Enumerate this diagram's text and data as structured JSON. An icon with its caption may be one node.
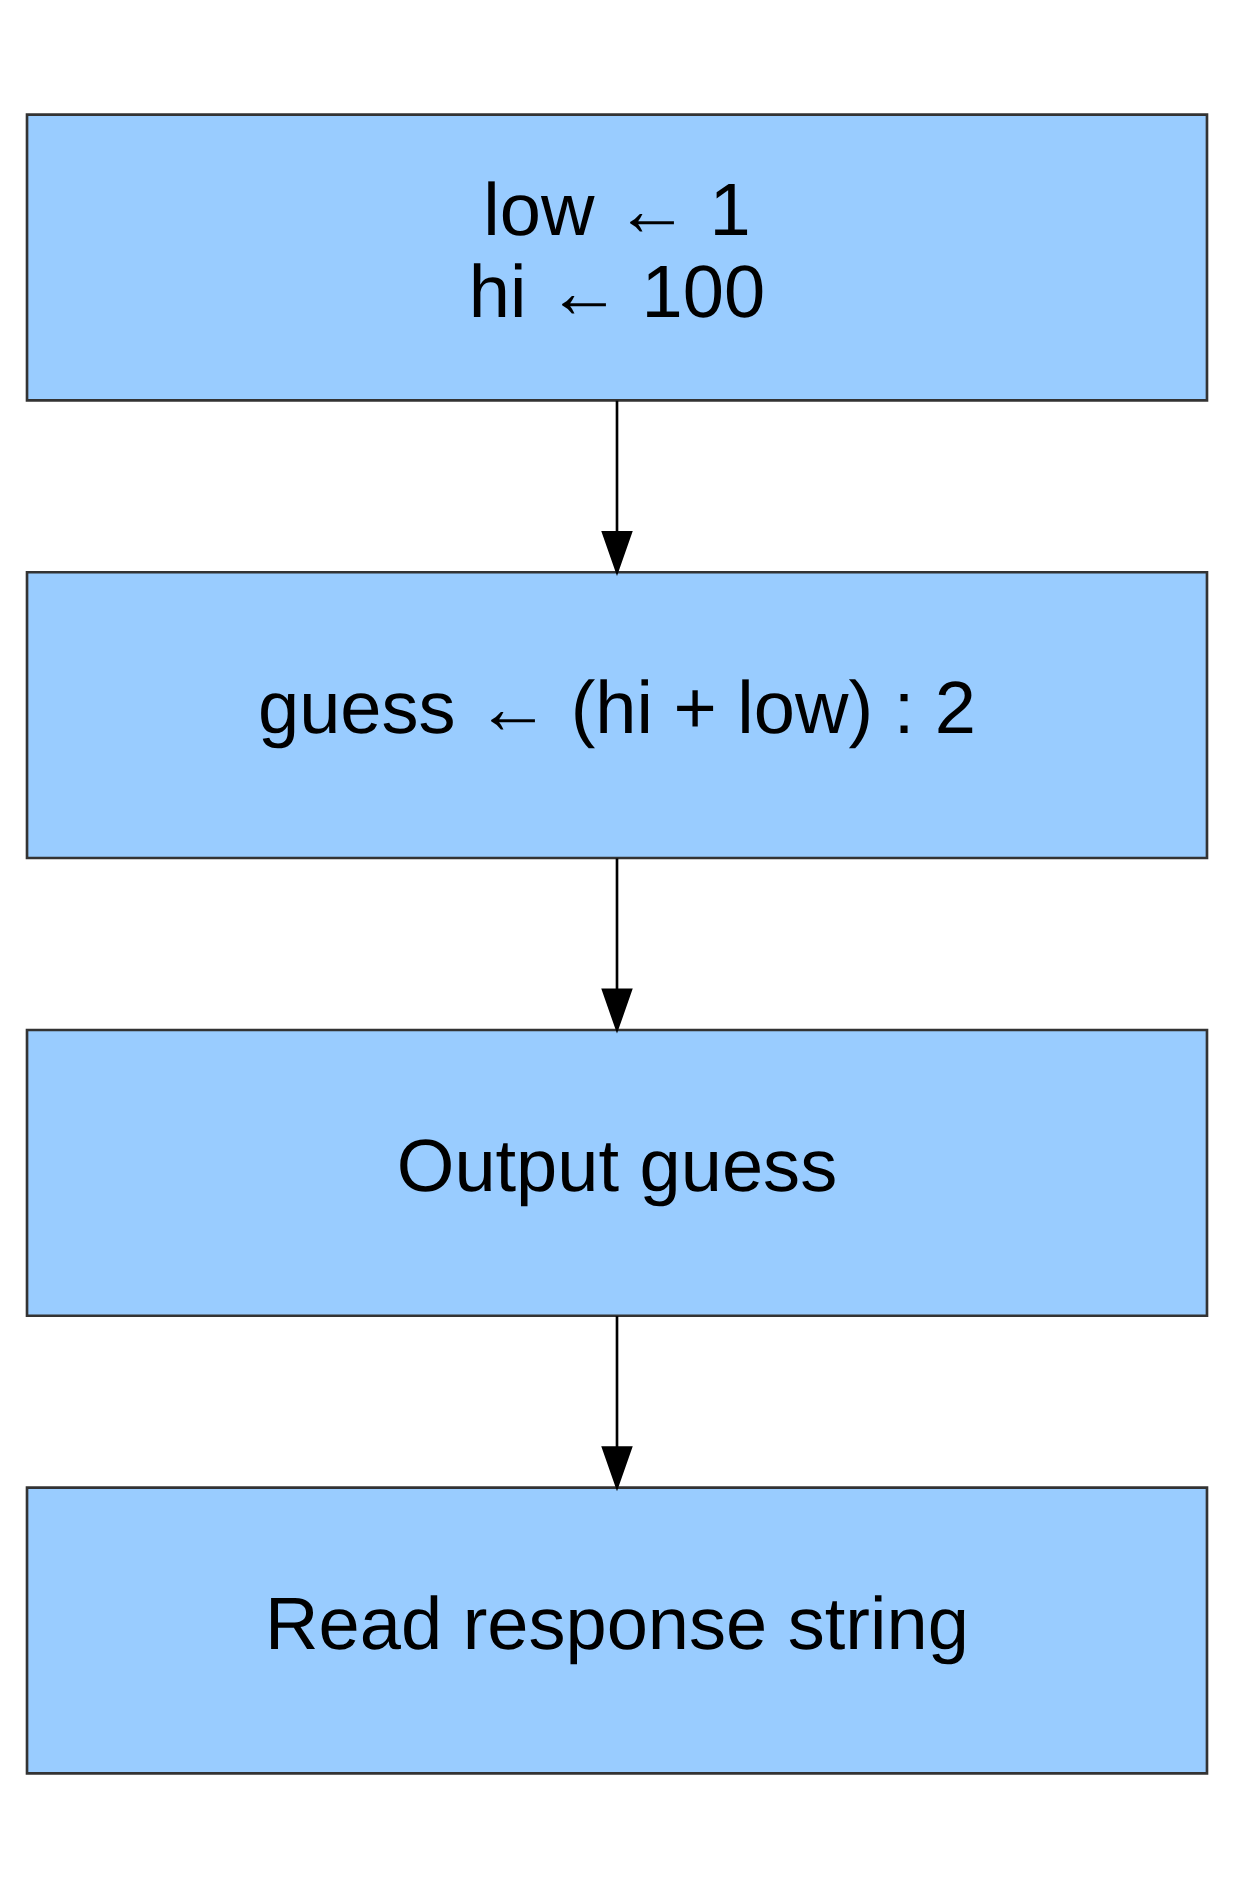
{
  "diagram": {
    "nodes": [
      {
        "text": [
          "low ← 1",
          "hi ← 100"
        ]
      },
      {
        "text": [
          "guess ← (hi + low) : 2"
        ]
      },
      {
        "text": [
          "Output guess"
        ]
      },
      {
        "text": [
          "Read response string"
        ]
      }
    ],
    "edges": [
      {
        "from": 0,
        "to": 1,
        "arrow": "to"
      },
      {
        "from": 1,
        "to": 2,
        "arrow": "to"
      },
      {
        "from": 2,
        "to": 3,
        "arrow": "to"
      }
    ]
  }
}
